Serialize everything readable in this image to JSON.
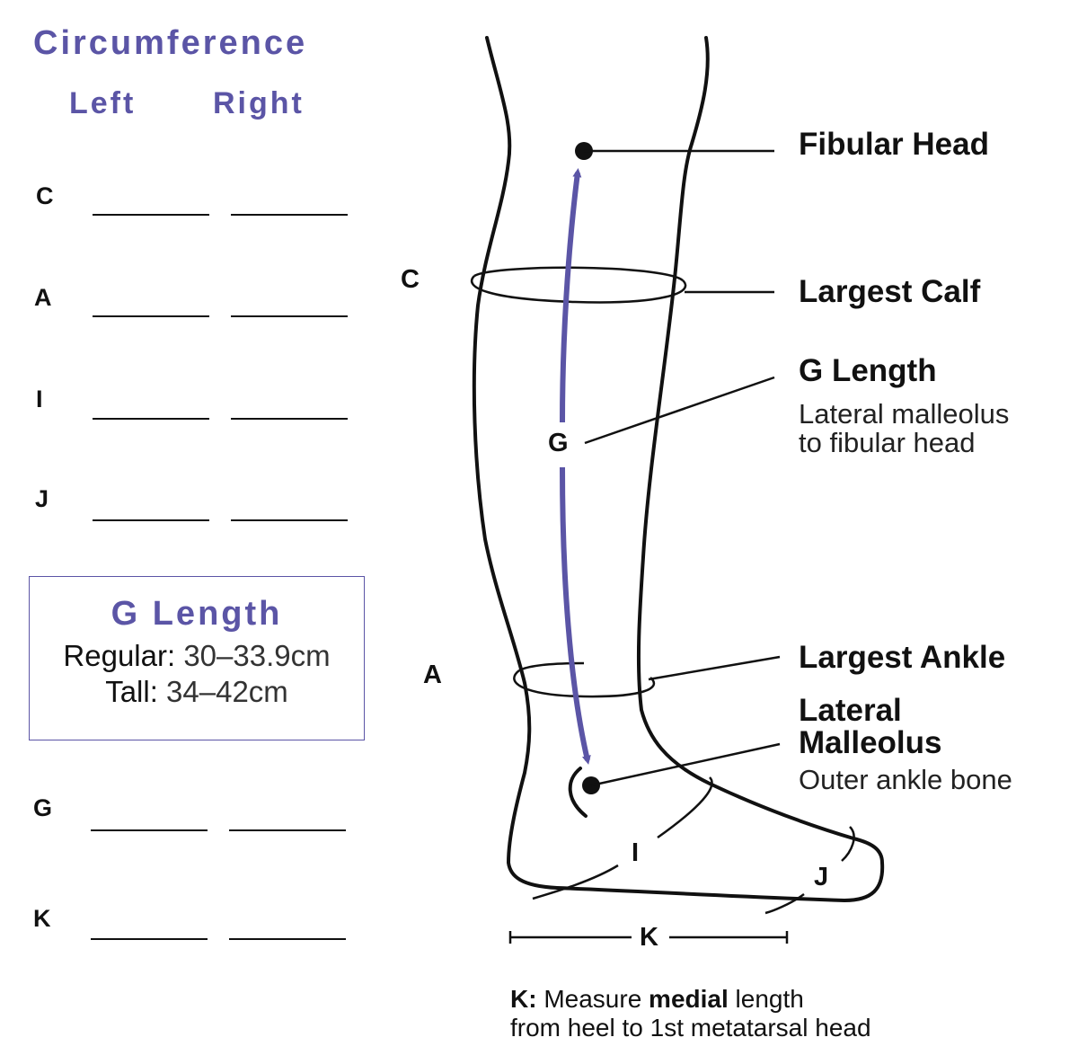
{
  "circumference": {
    "title": "Circumference",
    "left_header": "Left",
    "right_header": "Right",
    "rows": [
      "C",
      "A",
      "I",
      "J"
    ]
  },
  "g_length_box": {
    "title": "G Length",
    "regular_label": "Regular:",
    "regular_value": "30–33.9cm",
    "tall_label": "Tall:",
    "tall_value": "34–42cm"
  },
  "length_rows": [
    "G",
    "K"
  ],
  "diagram": {
    "letters": {
      "c": "C",
      "a": "A",
      "g": "G",
      "i": "I",
      "j": "J",
      "k": "K"
    },
    "labels": {
      "fibular_head": "Fibular Head",
      "largest_calf": "Largest Calf",
      "g_length": "G Length",
      "g_length_sub_1": "Lateral malleolus",
      "g_length_sub_2": "to fibular head",
      "largest_ankle": "Largest Ankle",
      "lateral_malleolus_1": "Lateral",
      "lateral_malleolus_2": "Malleolus",
      "lateral_malleolus_sub": "Outer ankle bone"
    }
  },
  "note": {
    "prefix": "K:",
    "text_1": " Measure ",
    "emphasis": "medial",
    "text_2": " length",
    "line_2": "from heel to 1st metatarsal head"
  },
  "colors": {
    "accent": "#5b55a6",
    "ink": "#111111"
  }
}
